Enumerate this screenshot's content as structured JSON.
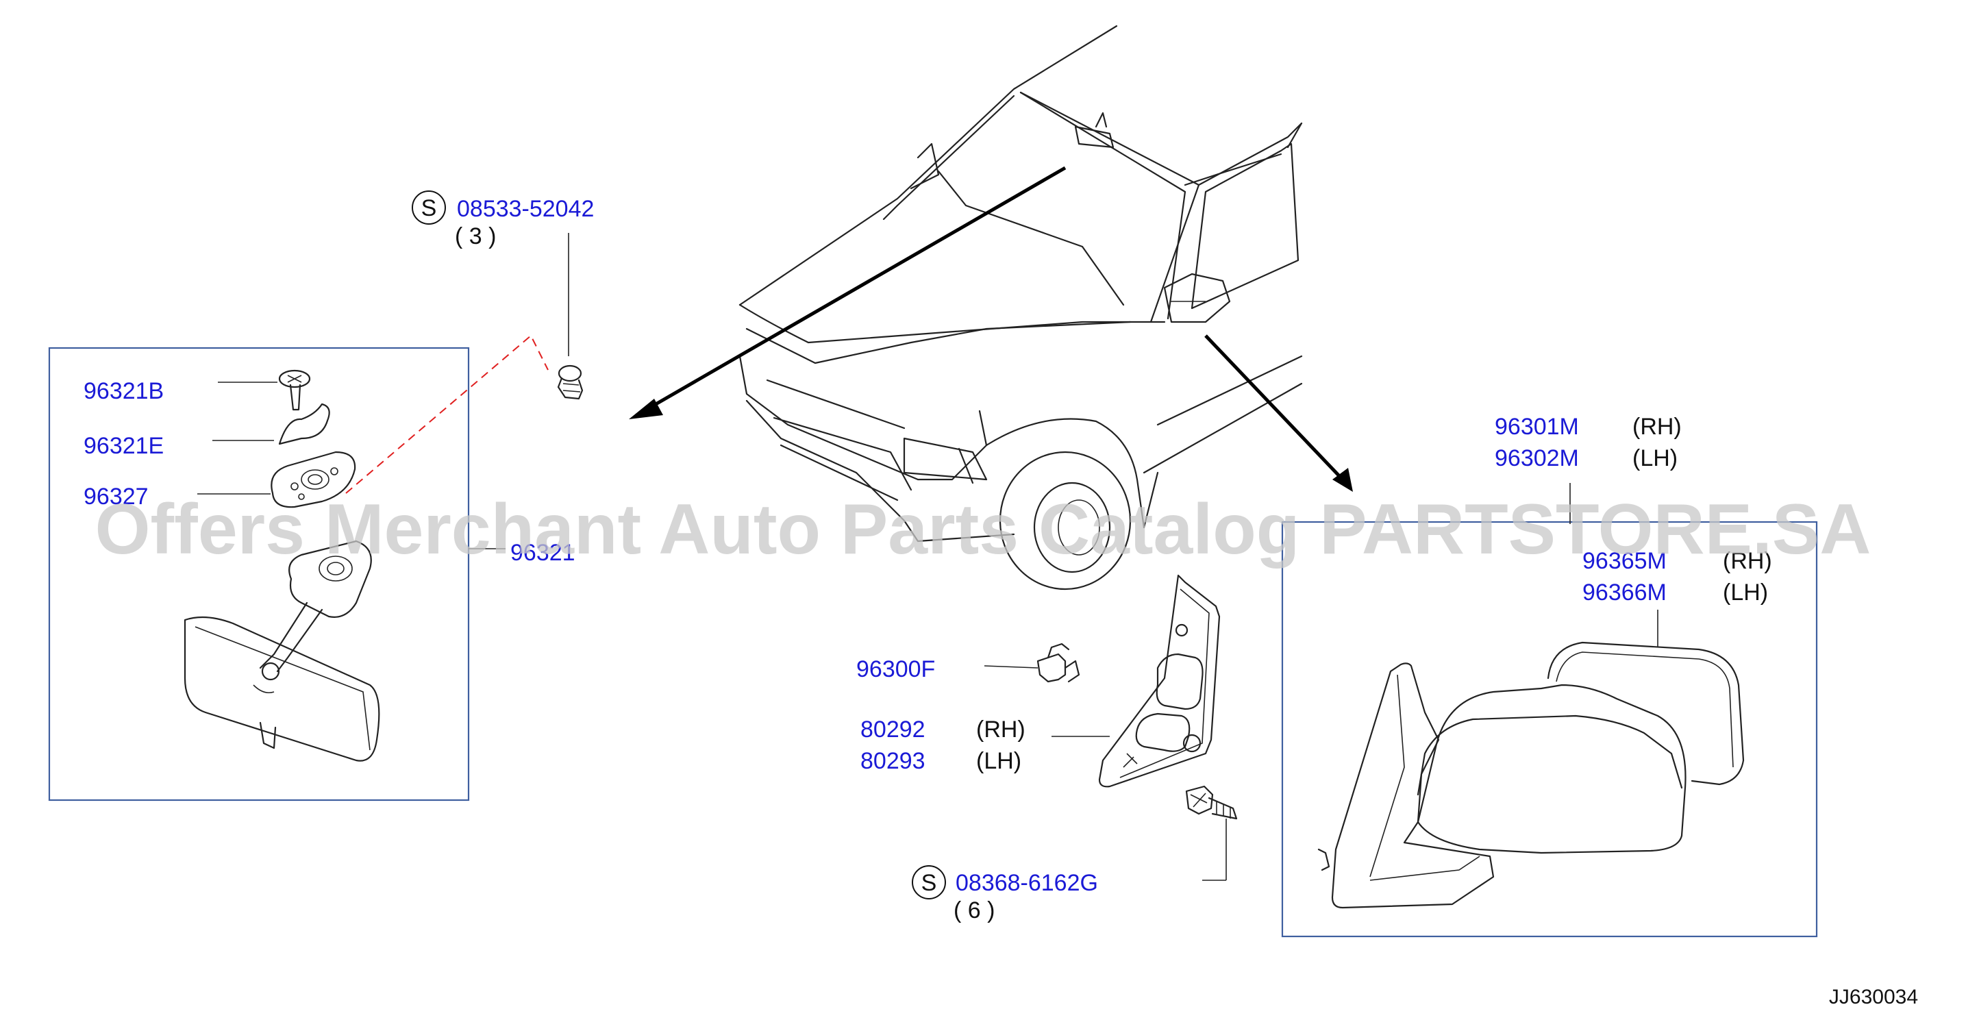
{
  "diagram": {
    "code": "JJ630034",
    "watermark": "Offers Merchant Auto Parts Catalog PARTSTORE.SA",
    "part_color": "#1a1ad6",
    "frame_color": "#3f5f9f",
    "leader_color": "#e02020"
  },
  "labels": {
    "screw_top": {
      "prefix": "S",
      "number": "08533-52042",
      "qty": "( 3 )"
    },
    "screw_bottom": {
      "prefix": "S",
      "number": "08368-6162G",
      "qty": "( 6 )"
    },
    "inner_mirror": {
      "part_96321B": "96321B",
      "part_96321E": "96321E",
      "part_96327": "96327",
      "part_96321": "96321"
    },
    "door_mirror": {
      "base_rh": {
        "number": "96301M",
        "side": "(RH)"
      },
      "base_lh": {
        "number": "96302M",
        "side": "(LH)"
      },
      "glass_rh": {
        "number": "96365M",
        "side": "(RH)"
      },
      "glass_lh": {
        "number": "96366M",
        "side": "(LH)"
      }
    },
    "clip": "96300F",
    "finisher_rh": {
      "number": "80292",
      "side": "(RH)"
    },
    "finisher_lh": {
      "number": "80293",
      "side": "(LH)"
    }
  }
}
